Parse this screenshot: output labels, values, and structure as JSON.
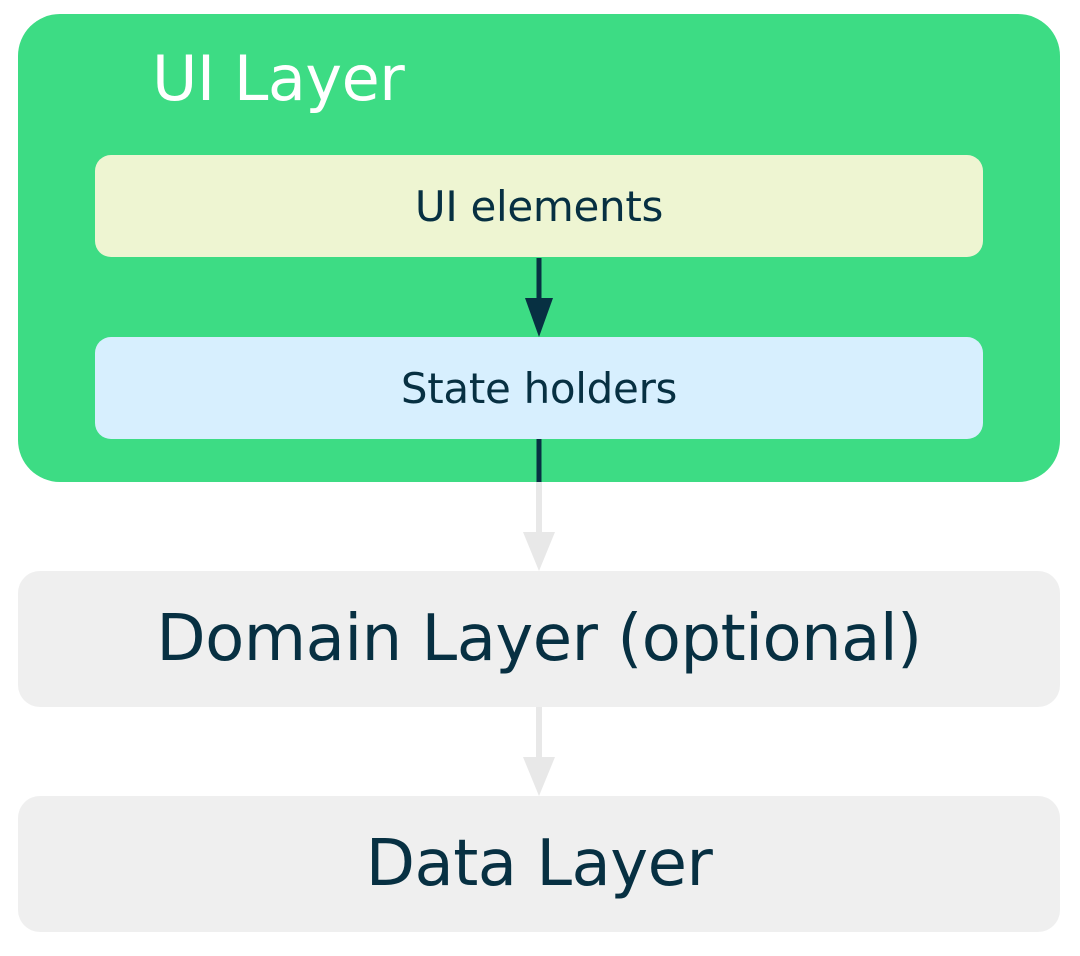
{
  "ui_layer": {
    "title": "UI Layer",
    "ui_elements_label": "UI elements",
    "state_holders_label": "State holders"
  },
  "domain_layer": {
    "label": "Domain Layer (optional)"
  },
  "data_layer": {
    "label": "Data Layer"
  },
  "colors": {
    "ui_layer_bg": "#3ddc84",
    "ui_elements_bg": "#eef5d2",
    "state_holders_bg": "#d7effe",
    "layer_bg": "#efefef",
    "text_dark": "#073042",
    "arrow_dark": "#073042",
    "arrow_light": "#e8e8e8"
  }
}
